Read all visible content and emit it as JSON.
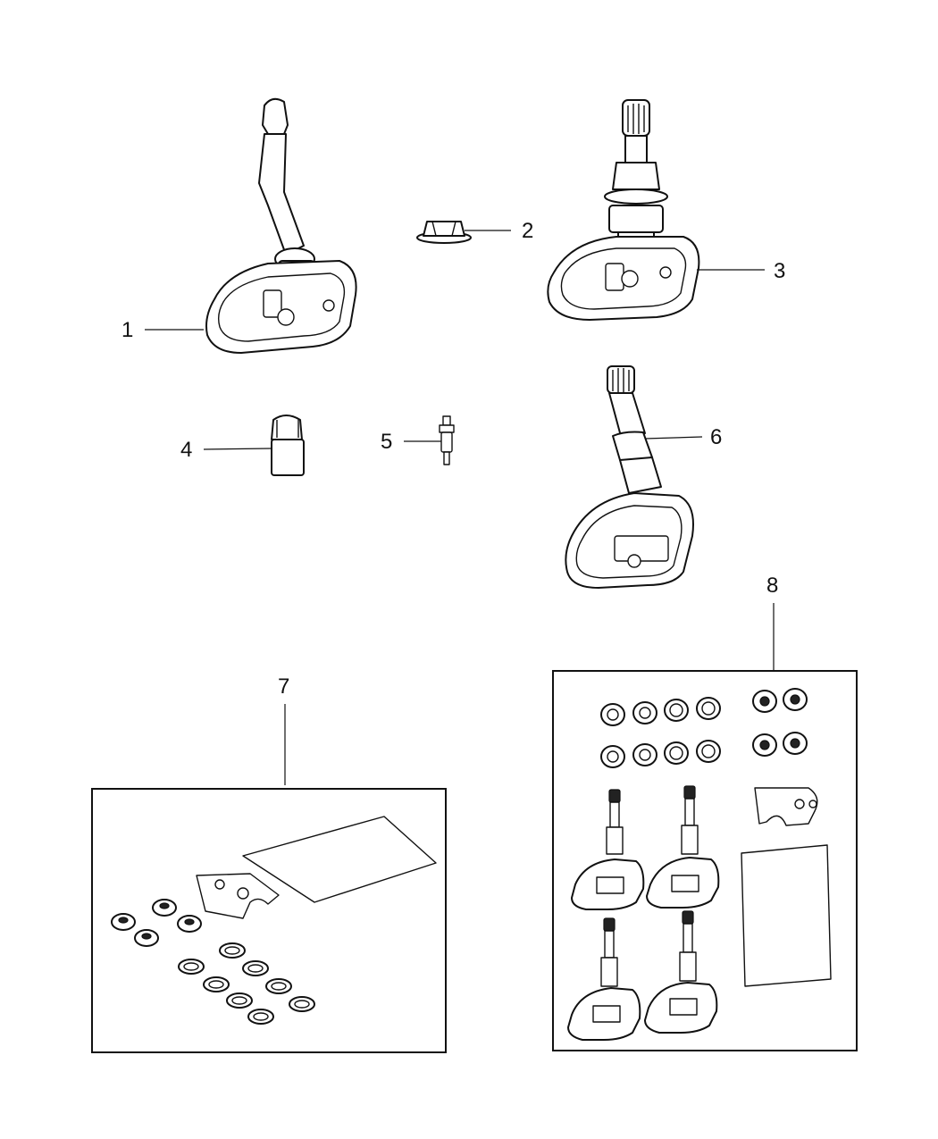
{
  "callouts": [
    {
      "id": "1",
      "label": "1"
    },
    {
      "id": "2",
      "label": "2"
    },
    {
      "id": "3",
      "label": "3"
    },
    {
      "id": "4",
      "label": "4"
    },
    {
      "id": "5",
      "label": "5"
    },
    {
      "id": "6",
      "label": "6"
    },
    {
      "id": "7",
      "label": "7"
    },
    {
      "id": "8",
      "label": "8"
    }
  ],
  "colors": {
    "line": "#111111",
    "background": "#ffffff"
  },
  "parts": [
    {
      "callout": "1",
      "icon": "tpms-sensor-bent-stem-icon"
    },
    {
      "callout": "2",
      "icon": "valve-nut-icon"
    },
    {
      "callout": "3",
      "icon": "tpms-sensor-straight-stem-icon"
    },
    {
      "callout": "4",
      "icon": "valve-cap-icon"
    },
    {
      "callout": "5",
      "icon": "valve-core-icon"
    },
    {
      "callout": "6",
      "icon": "tpms-sensor-snap-in-icon"
    },
    {
      "callout": "7",
      "icon": "service-kit-seals-icon"
    },
    {
      "callout": "8",
      "icon": "sensor-kit-four-pack-icon"
    }
  ]
}
